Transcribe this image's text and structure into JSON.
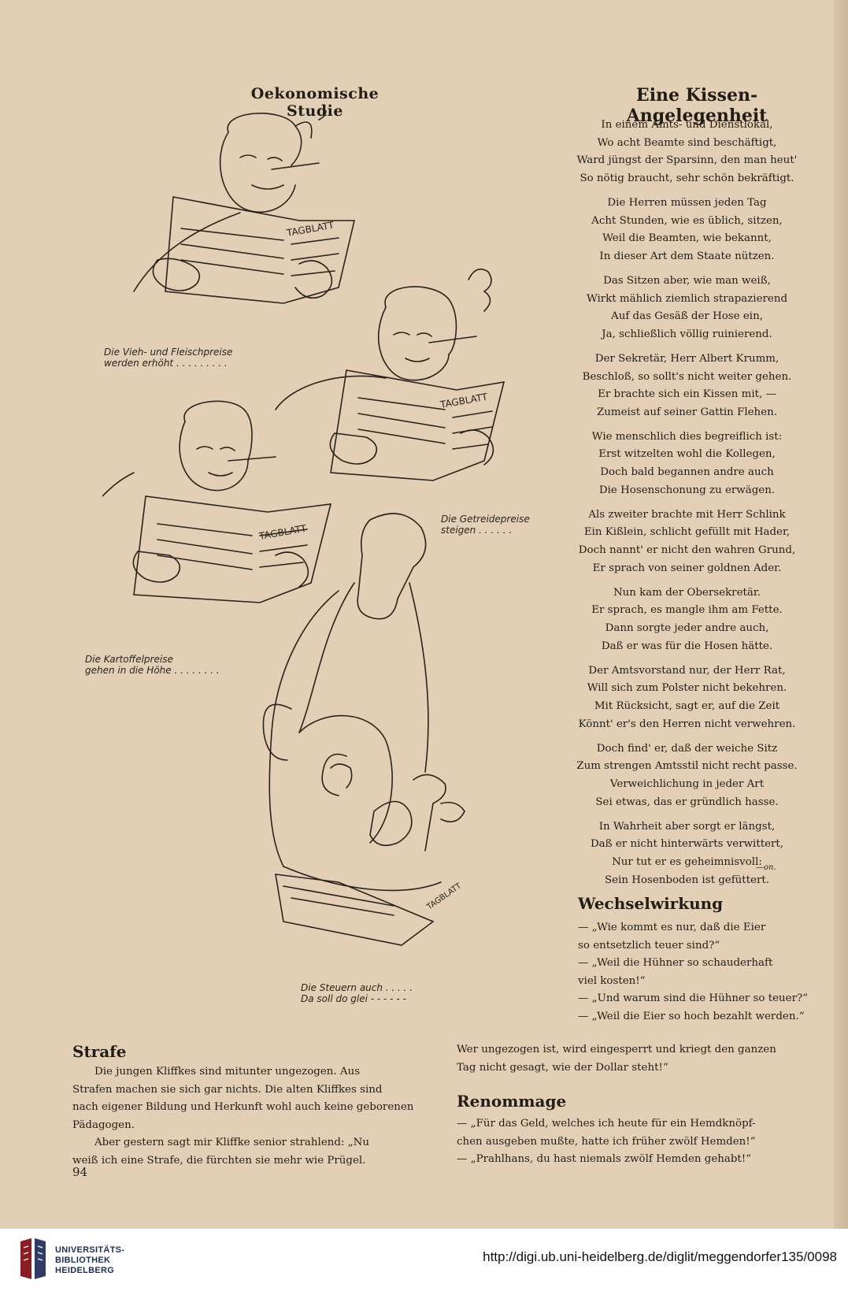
{
  "headings": {
    "left": "Oekonomische Studie",
    "right": "Eine Kissen-Angelegenheit"
  },
  "poem": {
    "stanzas": [
      [
        "In einem Amts- und Dienstlokal,",
        "Wo acht Beamte sind beschäftigt,",
        "Ward jüngst der Sparsinn, den man heut'",
        "So nötig braucht, sehr schön bekräftigt."
      ],
      [
        "Die Herren müssen jeden Tag",
        "Acht Stunden, wie es üblich, sitzen,",
        "Weil die Beamten, wie bekannt,",
        "In dieser Art dem Staate nützen."
      ],
      [
        "Das Sitzen aber, wie man weiß,",
        "Wirkt mählich ziemlich strapazierend",
        "Auf das Gesäß der Hose ein,",
        "Ja, schließlich völlig ruinierend."
      ],
      [
        "Der Sekretär, Herr Albert Krumm,",
        "Beschloß, so sollt's nicht weiter gehen.",
        "Er brachte sich ein Kissen mit, —",
        "Zumeist auf seiner Gattin Flehen."
      ],
      [
        "Wie menschlich dies begreiflich ist:",
        "Erst witzelten wohl die Kollegen,",
        "Doch bald begannen andre auch",
        "Die Hosenschonung zu erwägen."
      ],
      [
        "Als zweiter brachte mit Herr Schlink",
        "Ein Kißlein, schlicht gefüllt mit Hader,",
        "Doch nannt' er nicht den wahren Grund,",
        "Er sprach von seiner goldnen Ader."
      ],
      [
        "Nun kam der Obersekretär.",
        "Er sprach, es mangle ihm am Fette.",
        "Dann sorgte jeder andre auch,",
        "Daß er was für die Hosen hätte."
      ],
      [
        "Der Amtsvorstand nur, der Herr Rat,",
        "Will sich zum Polster nicht bekehren.",
        "Mit Rücksicht, sagt er, auf die Zeit",
        "Könnt' er's den Herren nicht verwehren."
      ],
      [
        "Doch find' er, daß der weiche Sitz",
        "Zum strengen Amtsstil nicht recht passe.",
        "Verweichlichung in jeder Art",
        "Sei etwas, das er gründlich hasse."
      ],
      [
        "In Wahrheit aber sorgt er längst,",
        "Daß er nicht hinterwärts verwittert,",
        "Nur tut er es geheimnisvoll:",
        "Sein Hosenboden ist gefüttert."
      ]
    ],
    "signature": "—on."
  },
  "wechselwirkung": {
    "title": "Wechselwirkung",
    "lines": [
      "— „Wie kommt es nur, daß die Eier",
      "so entsetzlich teuer sind?“",
      "— „Weil die Hühner so schauderhaft",
      "viel kosten!“",
      "— „Und warum sind die Hühner so teuer?“",
      "— „Weil die Eier so hoch bezahlt werden.“"
    ]
  },
  "strafe": {
    "title": "Strafe",
    "lines": [
      "Die jungen Kliffkes sind mitunter ungezogen. Aus",
      "Strafen machen sie sich gar nichts. Die alten Kliffkes sind",
      "nach eigener Bildung und Herkunft wohl auch keine geborenen",
      "Pädagogen.",
      "Aber gestern sagt mir Kliffke senior strahlend: „Nu",
      "weiß ich eine Strafe, die fürchten sie mehr wie Prügel."
    ],
    "continuation": [
      "Wer ungezogen ist, wird eingesperrt und kriegt den ganzen",
      "Tag nicht gesagt, wie der Dollar steht!“"
    ]
  },
  "renommage": {
    "title": "Renommage",
    "lines": [
      "— „Für das Geld, welches ich heute für ein Hemdknöpf-",
      "chen ausgeben mußte, hatte ich früher zwölf Hemden!“",
      "— „Prahlhans, du hast niemals zwölf Hemden gehabt!“"
    ]
  },
  "captions": {
    "c1": [
      "Die Vieh- und Fleischpreise",
      "werden erhöht . . . . . . . . ."
    ],
    "c2": [
      "Die Getreidepreise",
      "steigen . . . . . ."
    ],
    "c3": [
      "Die Kartoffelpreise",
      "gehen in die Höhe . . . . . . . ."
    ],
    "c4": [
      "Die Steuern auch . . . . .",
      "Da soll do glei - - - - - -"
    ],
    "newspaper": "TAGBLATT"
  },
  "page_number": "94",
  "footer": {
    "logo_lines": [
      "UNIVERSITÄTS-",
      "BIBLIOTHEK",
      "HEIDELBERG"
    ],
    "url": "http://digi.ub.uni-heidelberg.de/diglit/meggendorfer135/0098"
  }
}
